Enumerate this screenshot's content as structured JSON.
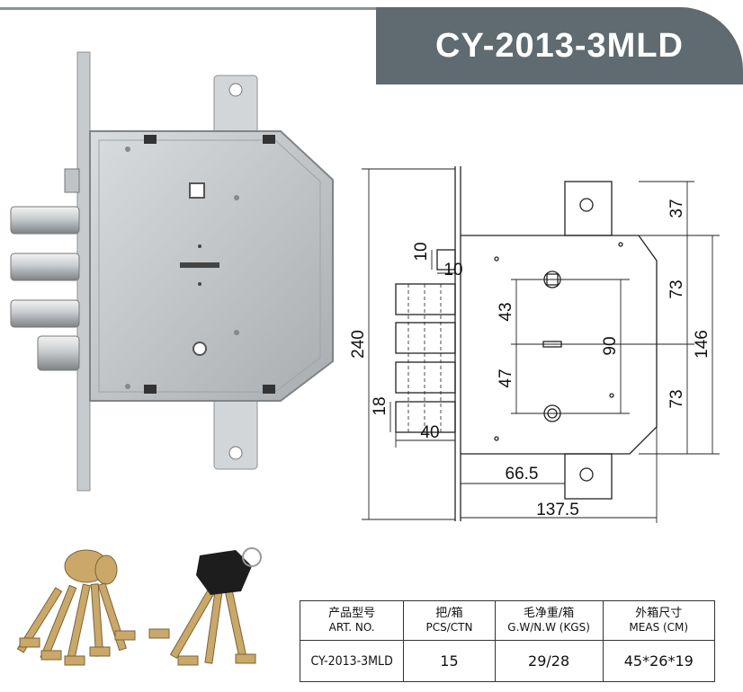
{
  "title": "CY-2013-3MLD",
  "dimensions": {
    "height_total": "240",
    "top_offset": "37",
    "upper_half": "73",
    "lower_half": "73",
    "plate_height": "146",
    "pin_spacing": "90",
    "upper_gap": "43",
    "lower_gap": "47",
    "latch_h": "10",
    "latch_w": "10",
    "bolt_h": "18",
    "bolt_depth": "40",
    "backset": "66.5",
    "case_width": "137.5"
  },
  "table": {
    "headers": [
      {
        "cn": "产品型号",
        "en": "ART. NO."
      },
      {
        "cn": "把/箱",
        "en": "PCS/CTN"
      },
      {
        "cn": "毛净重/箱",
        "en": "G.W/N.W (KGS)"
      },
      {
        "cn": "外箱尺寸",
        "en": "MEAS (CM)"
      }
    ],
    "row": [
      "CY-2013-3MLD",
      "15",
      "29/28",
      "45*26*19"
    ]
  },
  "colors": {
    "banner": "#5f6b70",
    "line": "#8a9295",
    "brass": "#c9a86a",
    "steel": "#b9bec2"
  }
}
